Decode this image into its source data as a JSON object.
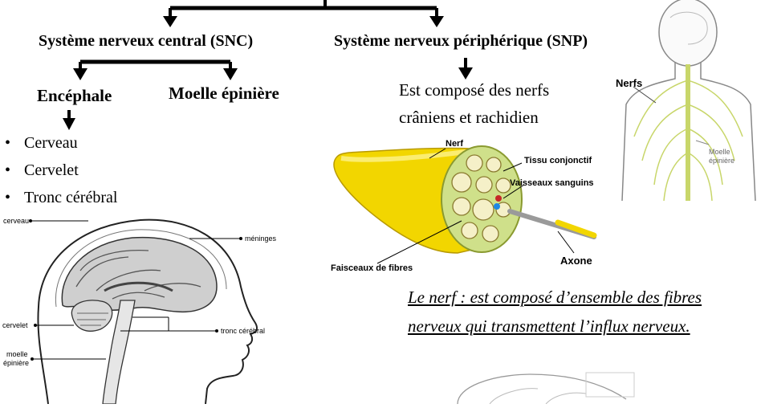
{
  "snc": {
    "title": "Système nerveux central (SNC)",
    "left_branch": "Encéphale",
    "right_branch": "Moelle épinière",
    "parts": [
      "Cerveau",
      "Cervelet",
      "Tronc cérébral"
    ]
  },
  "snp": {
    "title": "Système nerveux périphérique (SNP)",
    "composition_line1": "Est composé des nerfs",
    "composition_line2": "crâniens et rachidien"
  },
  "head_figure": {
    "cerveau": "cerveau",
    "meninges": "méninges",
    "cervelet": "cervelet",
    "tronc": "tronc cérébral",
    "moelle_line1": "moelle",
    "moelle_line2": "épinière"
  },
  "nerve_figure": {
    "nerf": "Nerf",
    "tissu": "Tissu conjonctif",
    "vaisseaux": "Vaisseaux sanguins",
    "faisceaux": "Faisceaux de fibres",
    "axone": "Axone"
  },
  "body_figure": {
    "nerfs": "Nerfs",
    "moelle_line1": "Moelle",
    "moelle_line2": "épinière"
  },
  "definition": {
    "line1": "Le nerf : est composé d’ensemble des fibres",
    "line2": "nerveux qui transmettent l’influx nerveux."
  }
}
